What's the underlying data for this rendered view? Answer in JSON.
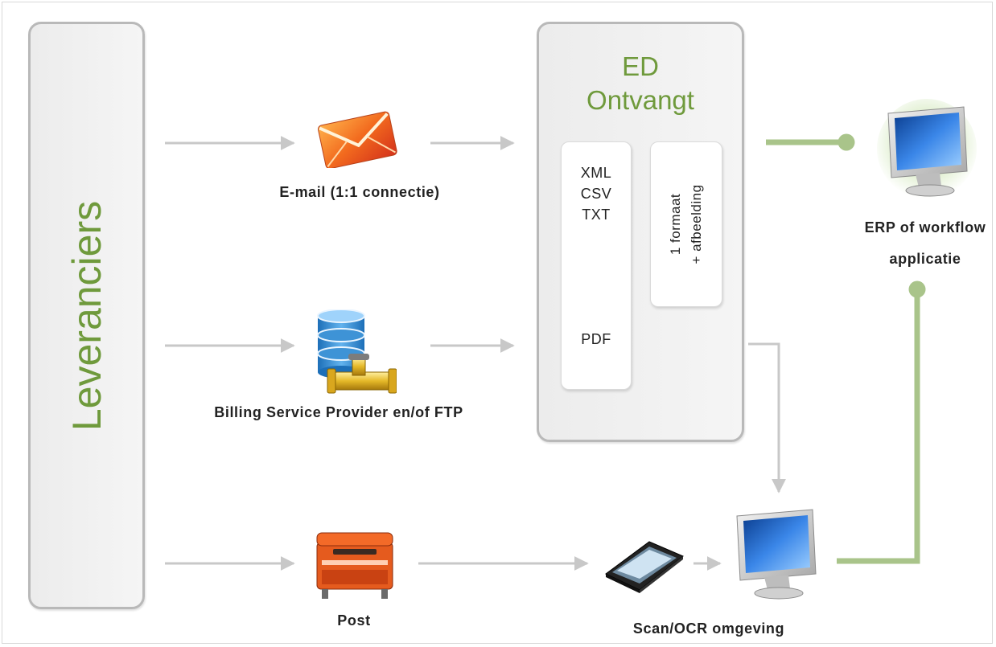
{
  "suppliers": {
    "label": "Leveranciers"
  },
  "channels": {
    "email": {
      "label": "E-mail (1:1 connectie)",
      "icon": "envelope-icon"
    },
    "billing": {
      "label": "Billing Service Provider en/of FTP",
      "icon": "database-icon"
    },
    "post": {
      "label": "Post",
      "icon": "mailbox-icon"
    }
  },
  "ed": {
    "title_line1": "ED",
    "title_line2": "Ontvangt",
    "formats": [
      "XML",
      "CSV",
      "TXT"
    ],
    "pdf": "PDF",
    "note_line1": "1 formaat",
    "note_line2": "+ afbeelding"
  },
  "scan": {
    "label": "Scan/OCR omgeving",
    "scanner_icon": "scanner-icon",
    "monitor_icon": "monitor-icon"
  },
  "erp": {
    "label_line1": "ERP of workflow",
    "label_line2": "applicatie",
    "icon": "monitor-icon"
  },
  "colors": {
    "accent_green": "#6f9a3c",
    "arrow_gray": "#c8c8c8",
    "arrow_green": "#a9c48a"
  }
}
